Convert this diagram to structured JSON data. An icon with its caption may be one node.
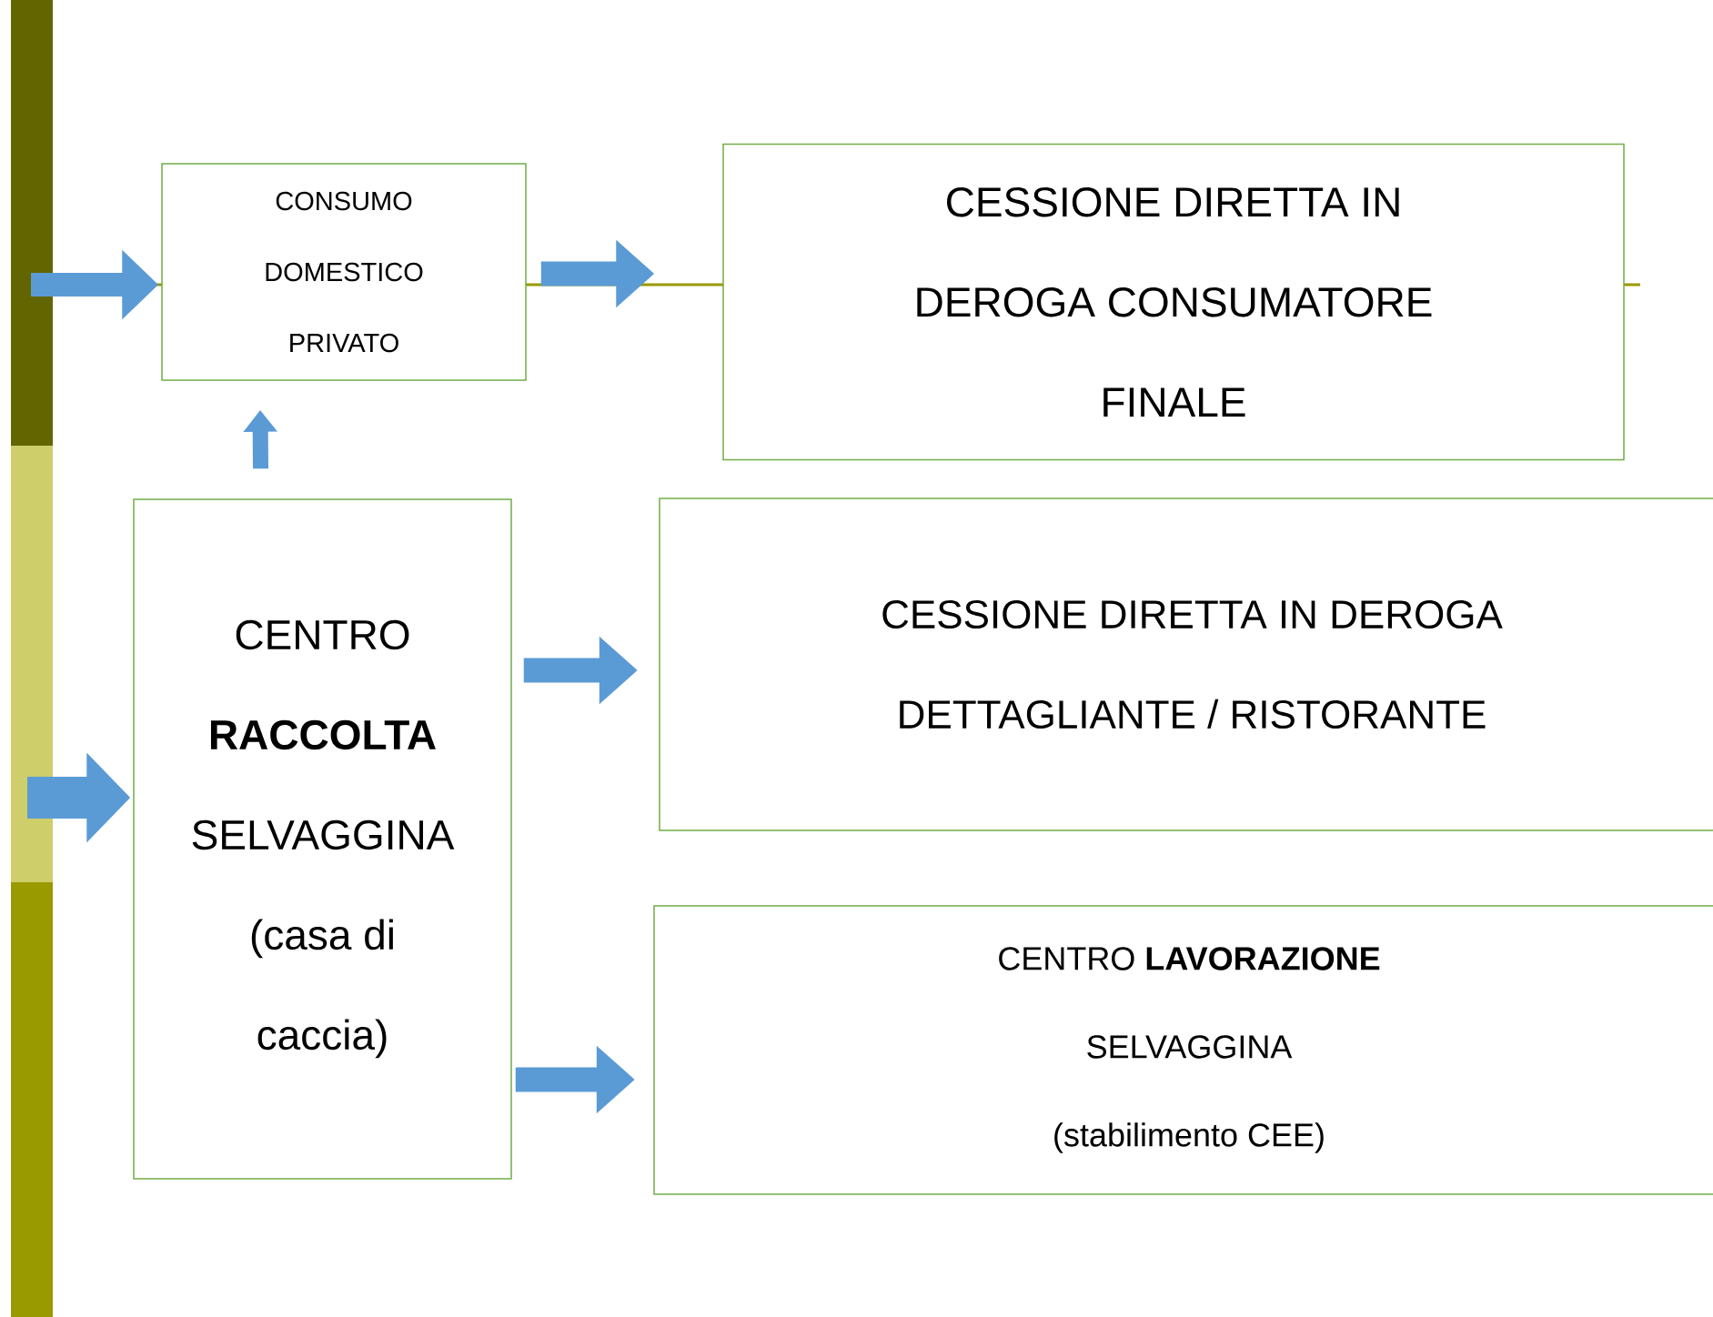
{
  "diagram": {
    "nodes": [
      {
        "text": [
          "CONSUMO DOMESTICO PRIVATO"
        ]
      },
      {
        "text": [
          "CESSIONE DIRETTA IN DEROGA CONSUMATORE FINALE"
        ]
      },
      {
        "text": [
          "CENTRO **RACCOLTA** SELVAGGINA (casa di caccia)"
        ]
      },
      {
        "text": [
          "CESSIONE DIRETTA IN DEROGA DETTAGLIANTE / RISTORANTE"
        ]
      },
      {
        "text": [
          "CENTRO **LAVORAZIONE** SELVAGGINA (stabilimento CEE)"
        ]
      }
    ],
    "edges": [
      {
        "from": null,
        "to": 0,
        "arrow": "to"
      },
      {
        "from": 0,
        "to": 1,
        "arrow": "to"
      },
      {
        "from": 2,
        "to": 0,
        "arrow": "to"
      },
      {
        "from": null,
        "to": 2,
        "arrow": "to"
      },
      {
        "from": 2,
        "to": 3,
        "arrow": "to"
      },
      {
        "from": 2,
        "to": 4,
        "arrow": "to"
      }
    ]
  }
}
